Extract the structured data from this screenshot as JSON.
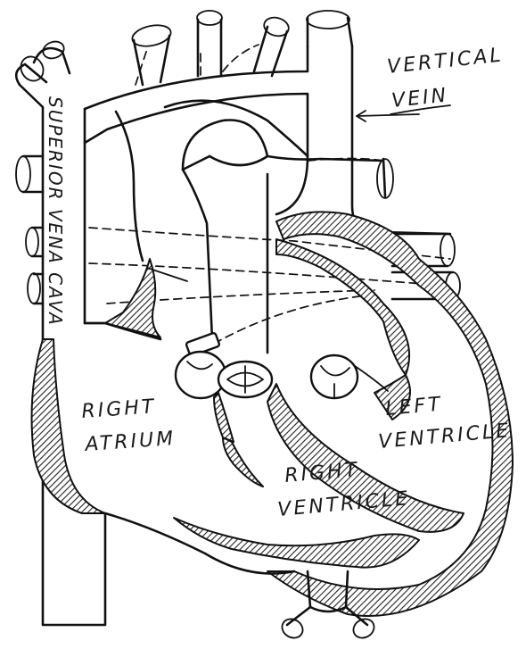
{
  "labels": {
    "vertical_vein_line1": "VERTICAL",
    "vertical_vein_line2": "VEIN",
    "superior_vena_cava": "SUPERIOR VENA CAVA",
    "right_atrium_line1": "RIGHT",
    "right_atrium_line2": "ATRIUM",
    "left_ventricle_line1": "LEFT",
    "left_ventricle_line2": "VENTRICLE",
    "right_ventricle_line1": "RIGHT",
    "right_ventricle_line2": "VENTRICLE"
  }
}
